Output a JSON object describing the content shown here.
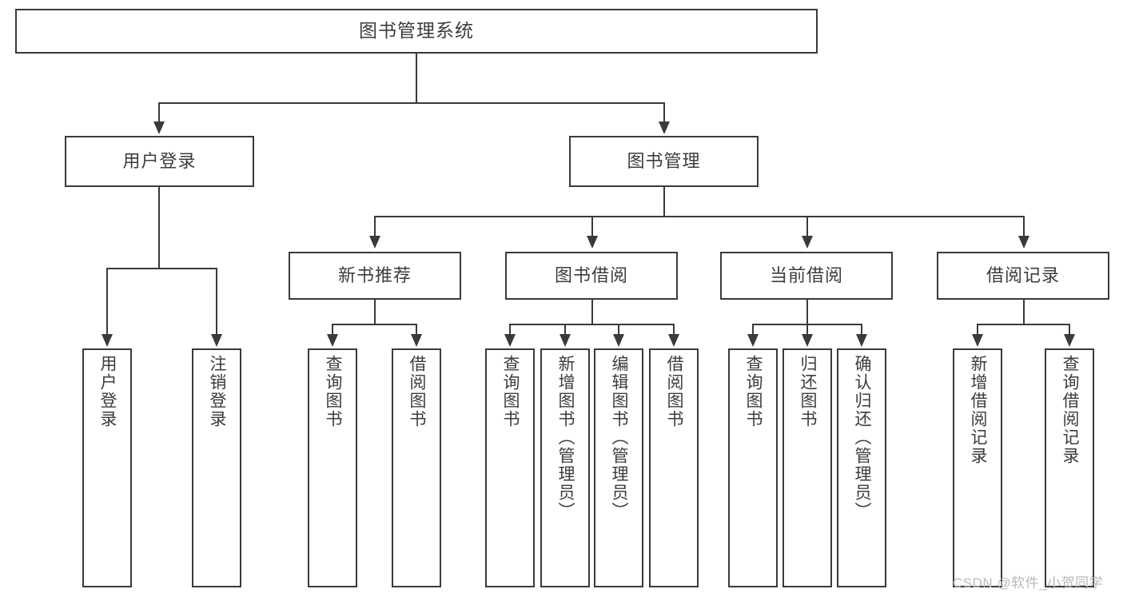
{
  "diagram": {
    "title": "图书管理系统",
    "type": "tree",
    "watermark": "CSDN @软件_小贺同学",
    "colors": {
      "stroke": "#3a3a3a",
      "text": "#3c3c3c",
      "background": "#ffffff",
      "watermark": "#b9b9b9"
    },
    "root": {
      "label": "图书管理系统"
    },
    "level1": [
      {
        "label": "用户登录"
      },
      {
        "label": "图书管理"
      }
    ],
    "level2": [
      {
        "label": "新书推荐"
      },
      {
        "label": "图书借阅"
      },
      {
        "label": "当前借阅"
      },
      {
        "label": "借阅记录"
      }
    ],
    "leaves": {
      "user_login": [
        {
          "label": "用户登录"
        },
        {
          "label": "注销登录"
        }
      ],
      "new_book_recommend": [
        {
          "label": "查询图书"
        },
        {
          "label": "借阅图书"
        }
      ],
      "book_borrow": [
        {
          "label": "查询图书"
        },
        {
          "label": "新增图书（管理员）"
        },
        {
          "label": "编辑图书（管理员）"
        },
        {
          "label": "借阅图书"
        }
      ],
      "current_borrow": [
        {
          "label": "查询图书"
        },
        {
          "label": "归还图书"
        },
        {
          "label": "确认归还（管理员）"
        }
      ],
      "borrow_record": [
        {
          "label": "新增借阅记录"
        },
        {
          "label": "查询借阅记录"
        }
      ]
    }
  }
}
